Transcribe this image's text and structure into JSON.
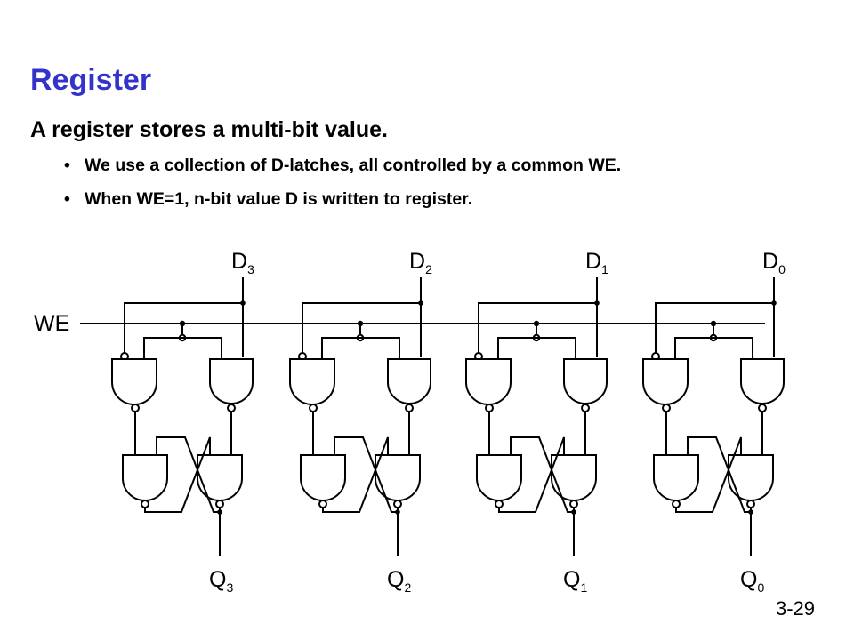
{
  "slide": {
    "title": "Register",
    "subtitle": "A register stores a multi-bit value.",
    "bullets": [
      "We use a collection of D-latches, all controlled by a common WE.",
      "When WE=1, n-bit value D is written to register."
    ],
    "bullet_marker": "•",
    "page_number": "3-29"
  },
  "diagram": {
    "we_label": "WE",
    "bits": [
      {
        "d_letter": "D",
        "d_sub": "3",
        "q_letter": "Q",
        "q_sub": "3"
      },
      {
        "d_letter": "D",
        "d_sub": "2",
        "q_letter": "Q",
        "q_sub": "2"
      },
      {
        "d_letter": "D",
        "d_sub": "1",
        "q_letter": "Q",
        "q_sub": "1"
      },
      {
        "d_letter": "D",
        "d_sub": "0",
        "q_letter": "Q",
        "q_sub": "0"
      }
    ]
  }
}
